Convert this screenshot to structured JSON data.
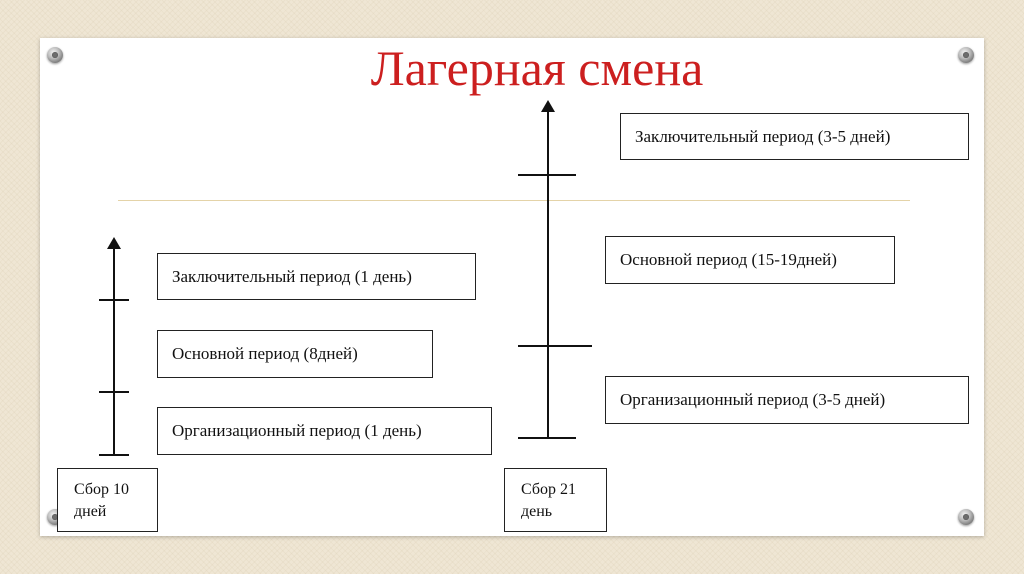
{
  "title": "Лагерная смена",
  "left_scale": {
    "start": "Сбор 10 дней",
    "periods": [
      "Заключительный период (1 день)",
      "Основной период (8дней)",
      "Организационный период (1 день)"
    ]
  },
  "right_scale": {
    "start": "Сбор 21 день",
    "periods": [
      "Заключительный период (3-5 дней)",
      "Основной период (15-19дней)",
      "Организационный период (3-5 дней)"
    ]
  },
  "colors": {
    "title": "#cc1f1f",
    "line": "#111111",
    "divider": "#e4d3a8"
  }
}
